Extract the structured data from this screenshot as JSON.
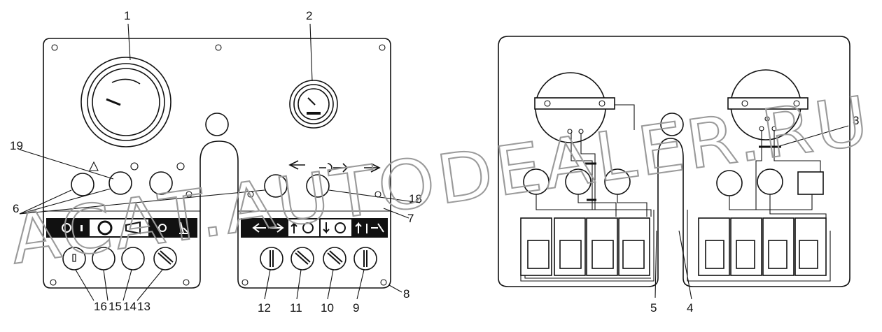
{
  "watermark": "ACAT.AUTODEALER.RU",
  "callouts": {
    "c1": "1",
    "c2": "2",
    "c3": "3",
    "c4": "4",
    "c5": "5",
    "c6": "6",
    "c7": "7",
    "c8": "8",
    "c9": "9",
    "c10": "10",
    "c11": "11",
    "c12": "12",
    "c13": "13",
    "c14": "14",
    "c15": "15",
    "c16": "16",
    "c18": "18",
    "c19": "19"
  },
  "icons": {
    "left_strip": [
      "light-switch-icon",
      "horn-icon",
      "seat-icon"
    ],
    "right_strip": [
      "arrows-icon",
      "hitch-up-icon",
      "hitch-down-icon",
      "hydraulic-icon"
    ]
  }
}
